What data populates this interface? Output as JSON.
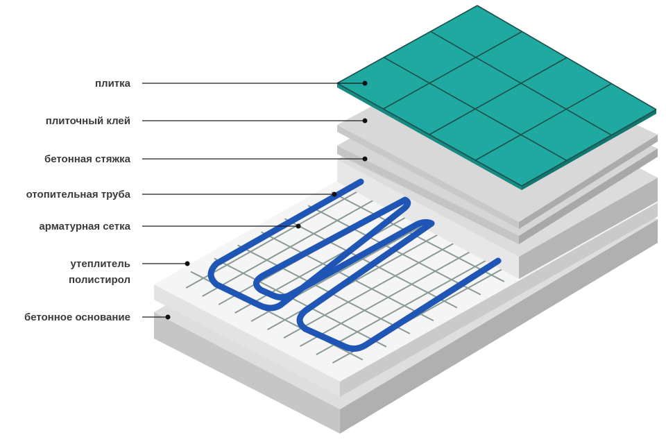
{
  "labels": {
    "tile": "плитка",
    "tile_adhesive": "плиточный клей",
    "screed": "бетонная стяжка",
    "heating_pipe": "отопительная труба",
    "rebar_mesh": "арматурная сетка",
    "insulation_line1": "утеплитель",
    "insulation_line2": "полистирол",
    "base": "бетонное основание"
  },
  "colors": {
    "tile": "#1fa9a0",
    "tile_grout": "#1a4f4b",
    "pipe": "#1f55b4",
    "mesh": "#8a9a94",
    "insulation": "#f4f5f4",
    "concrete_top": "#dedede",
    "concrete_side": "#b0b0b0"
  }
}
